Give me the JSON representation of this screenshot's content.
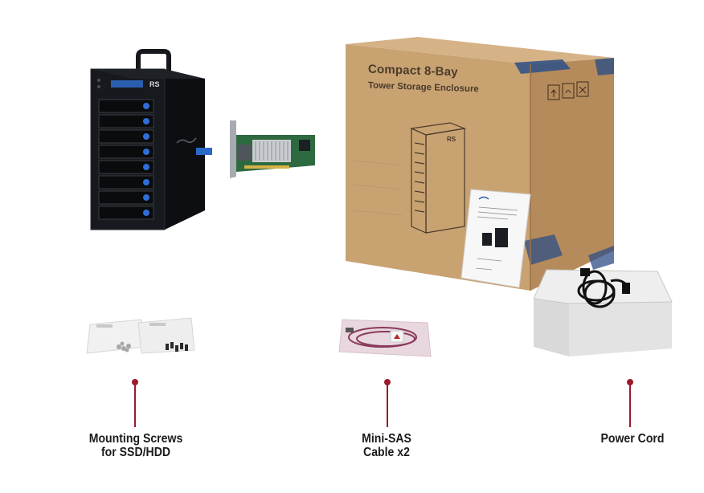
{
  "box": {
    "title_line1": "Compact 8-Bay",
    "title_line2": "Tower Storage Enclosure"
  },
  "items": [
    {
      "label_line1": "Mounting Screws",
      "label_line2": "for SSD/HDD"
    },
    {
      "label_line1": "Mini-SAS",
      "label_line2": "Cable x2"
    },
    {
      "label_line1": "Power Cord",
      "label_line2": ""
    }
  ],
  "colors": {
    "accent": "#9b1b2a",
    "cardboard": "#c79f6e",
    "enclosure": "#111418",
    "bay_led": "#2d6fd6",
    "tape": "#2d4f86"
  }
}
